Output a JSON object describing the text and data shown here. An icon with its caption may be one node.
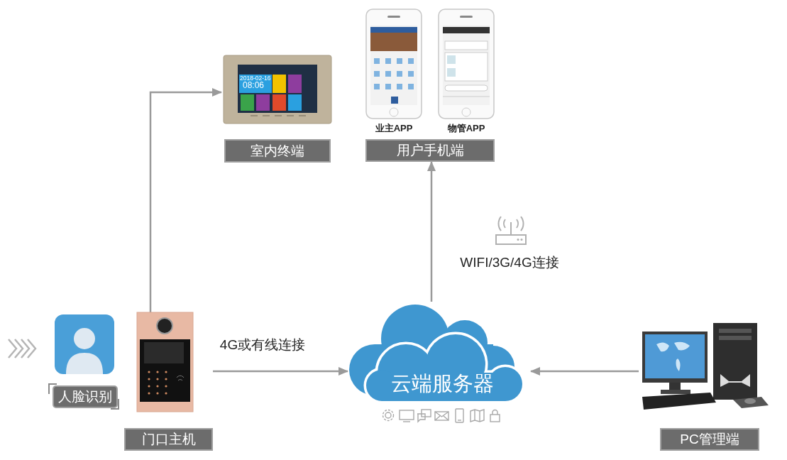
{
  "diagram": {
    "nodes": [
      {
        "text": [
          "室内终端"
        ]
      },
      {
        "text": [
          "用户手机端"
        ]
      },
      {
        "text": [
          "业主APP"
        ]
      },
      {
        "text": [
          "物管APP"
        ]
      },
      {
        "text": [
          "人脸识别"
        ]
      },
      {
        "text": [
          "门口主机"
        ]
      },
      {
        "text": [
          "云端服务器"
        ]
      },
      {
        "text": [
          "PC管理端"
        ]
      }
    ],
    "edges": [
      {
        "from": null,
        "to": 4,
        "arrow": "to"
      },
      {
        "from": 5,
        "to": 0,
        "arrow": "to"
      },
      {
        "from": 5,
        "to": 6,
        "arrow": "to",
        "label": "4G或有线连接"
      },
      {
        "from": 6,
        "to": 1,
        "arrow": "to",
        "label": "WIFI/3G/4G连接"
      },
      {
        "from": 7,
        "to": 6,
        "arrow": "to"
      }
    ],
    "labels": [
      "2018-02-16",
      "08:06"
    ]
  }
}
